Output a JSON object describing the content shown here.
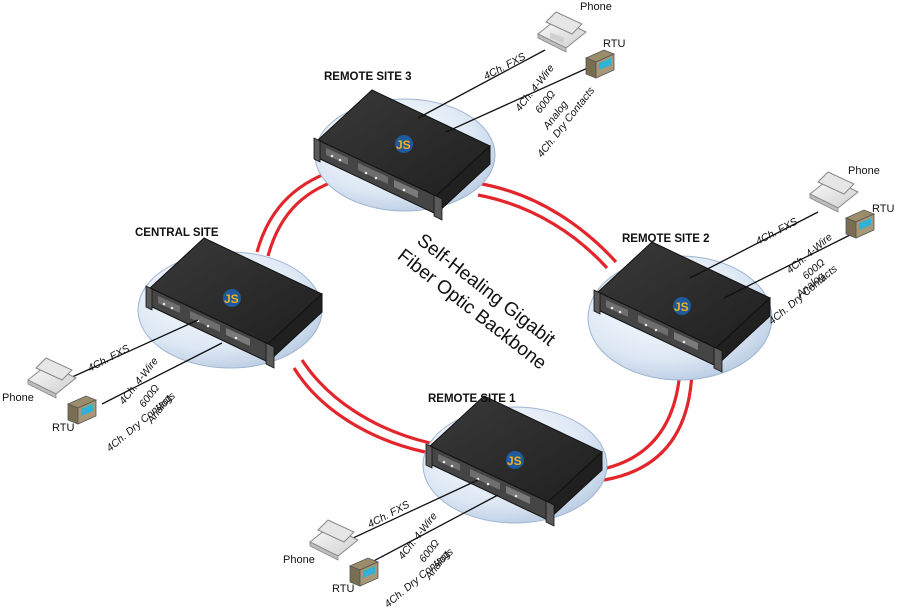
{
  "backbone": {
    "line1": "Self-Healing Gigabit",
    "line2": "Fiber Optic Backbone"
  },
  "logo": "JS",
  "connections": {
    "fxs": "4Ch. FXS",
    "wire": "4Ch. 4-Wire",
    "ohms": "600Ω",
    "analog": "Analog",
    "dry": "4Ch. Dry Contacts"
  },
  "devices": {
    "phone": "Phone",
    "rtu": "RTU"
  },
  "sites": {
    "central": "CENTRAL SITE",
    "remote1": "REMOTE SITE 1",
    "remote2": "REMOTE SITE 2",
    "remote3": "REMOTE SITE 3"
  },
  "colors": {
    "fiber": "#e3262b",
    "disc": "#dde8f5",
    "chassis": "#2b2b2b",
    "chassis_front": "#4a4a4a",
    "rtu_screen": "#2fb2d8",
    "logo": "#f2b01e"
  }
}
